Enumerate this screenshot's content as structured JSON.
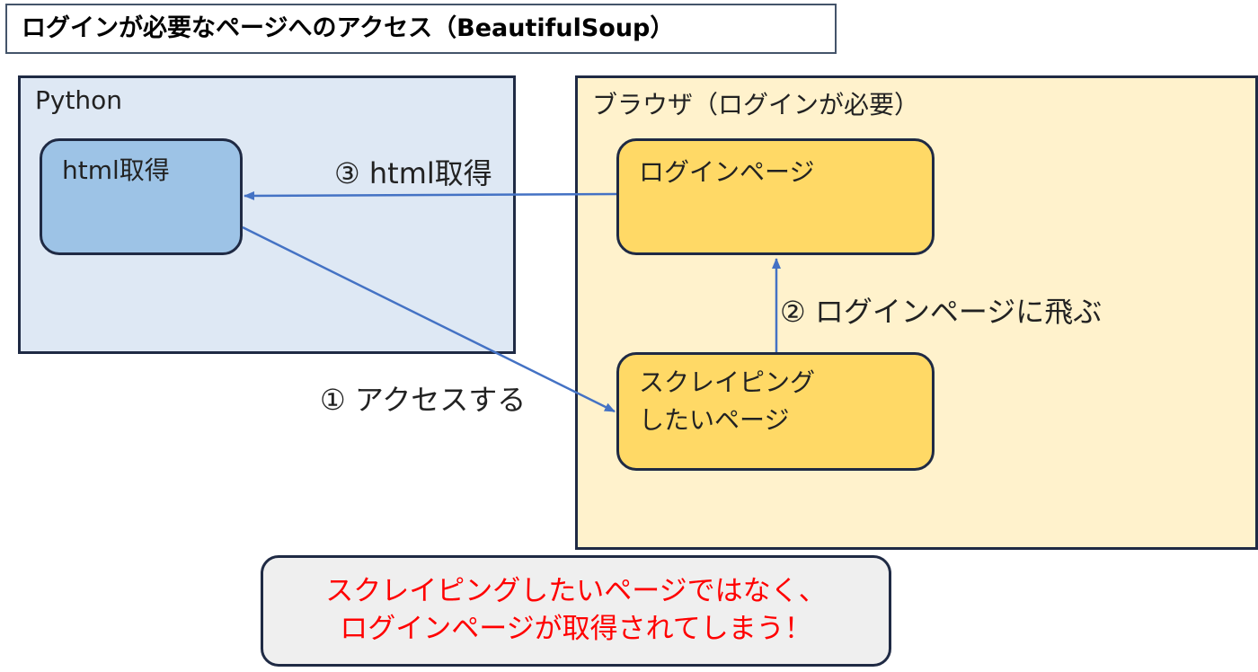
{
  "title": "ログインが必要なページへのアクセス（BeautifulSoup）",
  "python_panel": {
    "label": "Python",
    "node": "html取得"
  },
  "browser_panel": {
    "label": "ブラウザ（ログインが必要）",
    "login_node": "ログインページ",
    "scrape_node": [
      "スクレイピング",
      "したいページ"
    ]
  },
  "steps": {
    "step1": "① アクセスする",
    "step2": "② ログインページに飛ぶ",
    "step3": "③ html取得"
  },
  "note": [
    "スクレイピングしたいページではなく、",
    "ログインページが取得されてしまう！"
  ],
  "colors": {
    "arrow": "#4472c4",
    "note_text": "#ff0000",
    "python_bg": "#dee8f4",
    "browser_bg": "#fff2cc",
    "node_blue": "#9dc3e6",
    "node_yellow": "#ffd966"
  }
}
